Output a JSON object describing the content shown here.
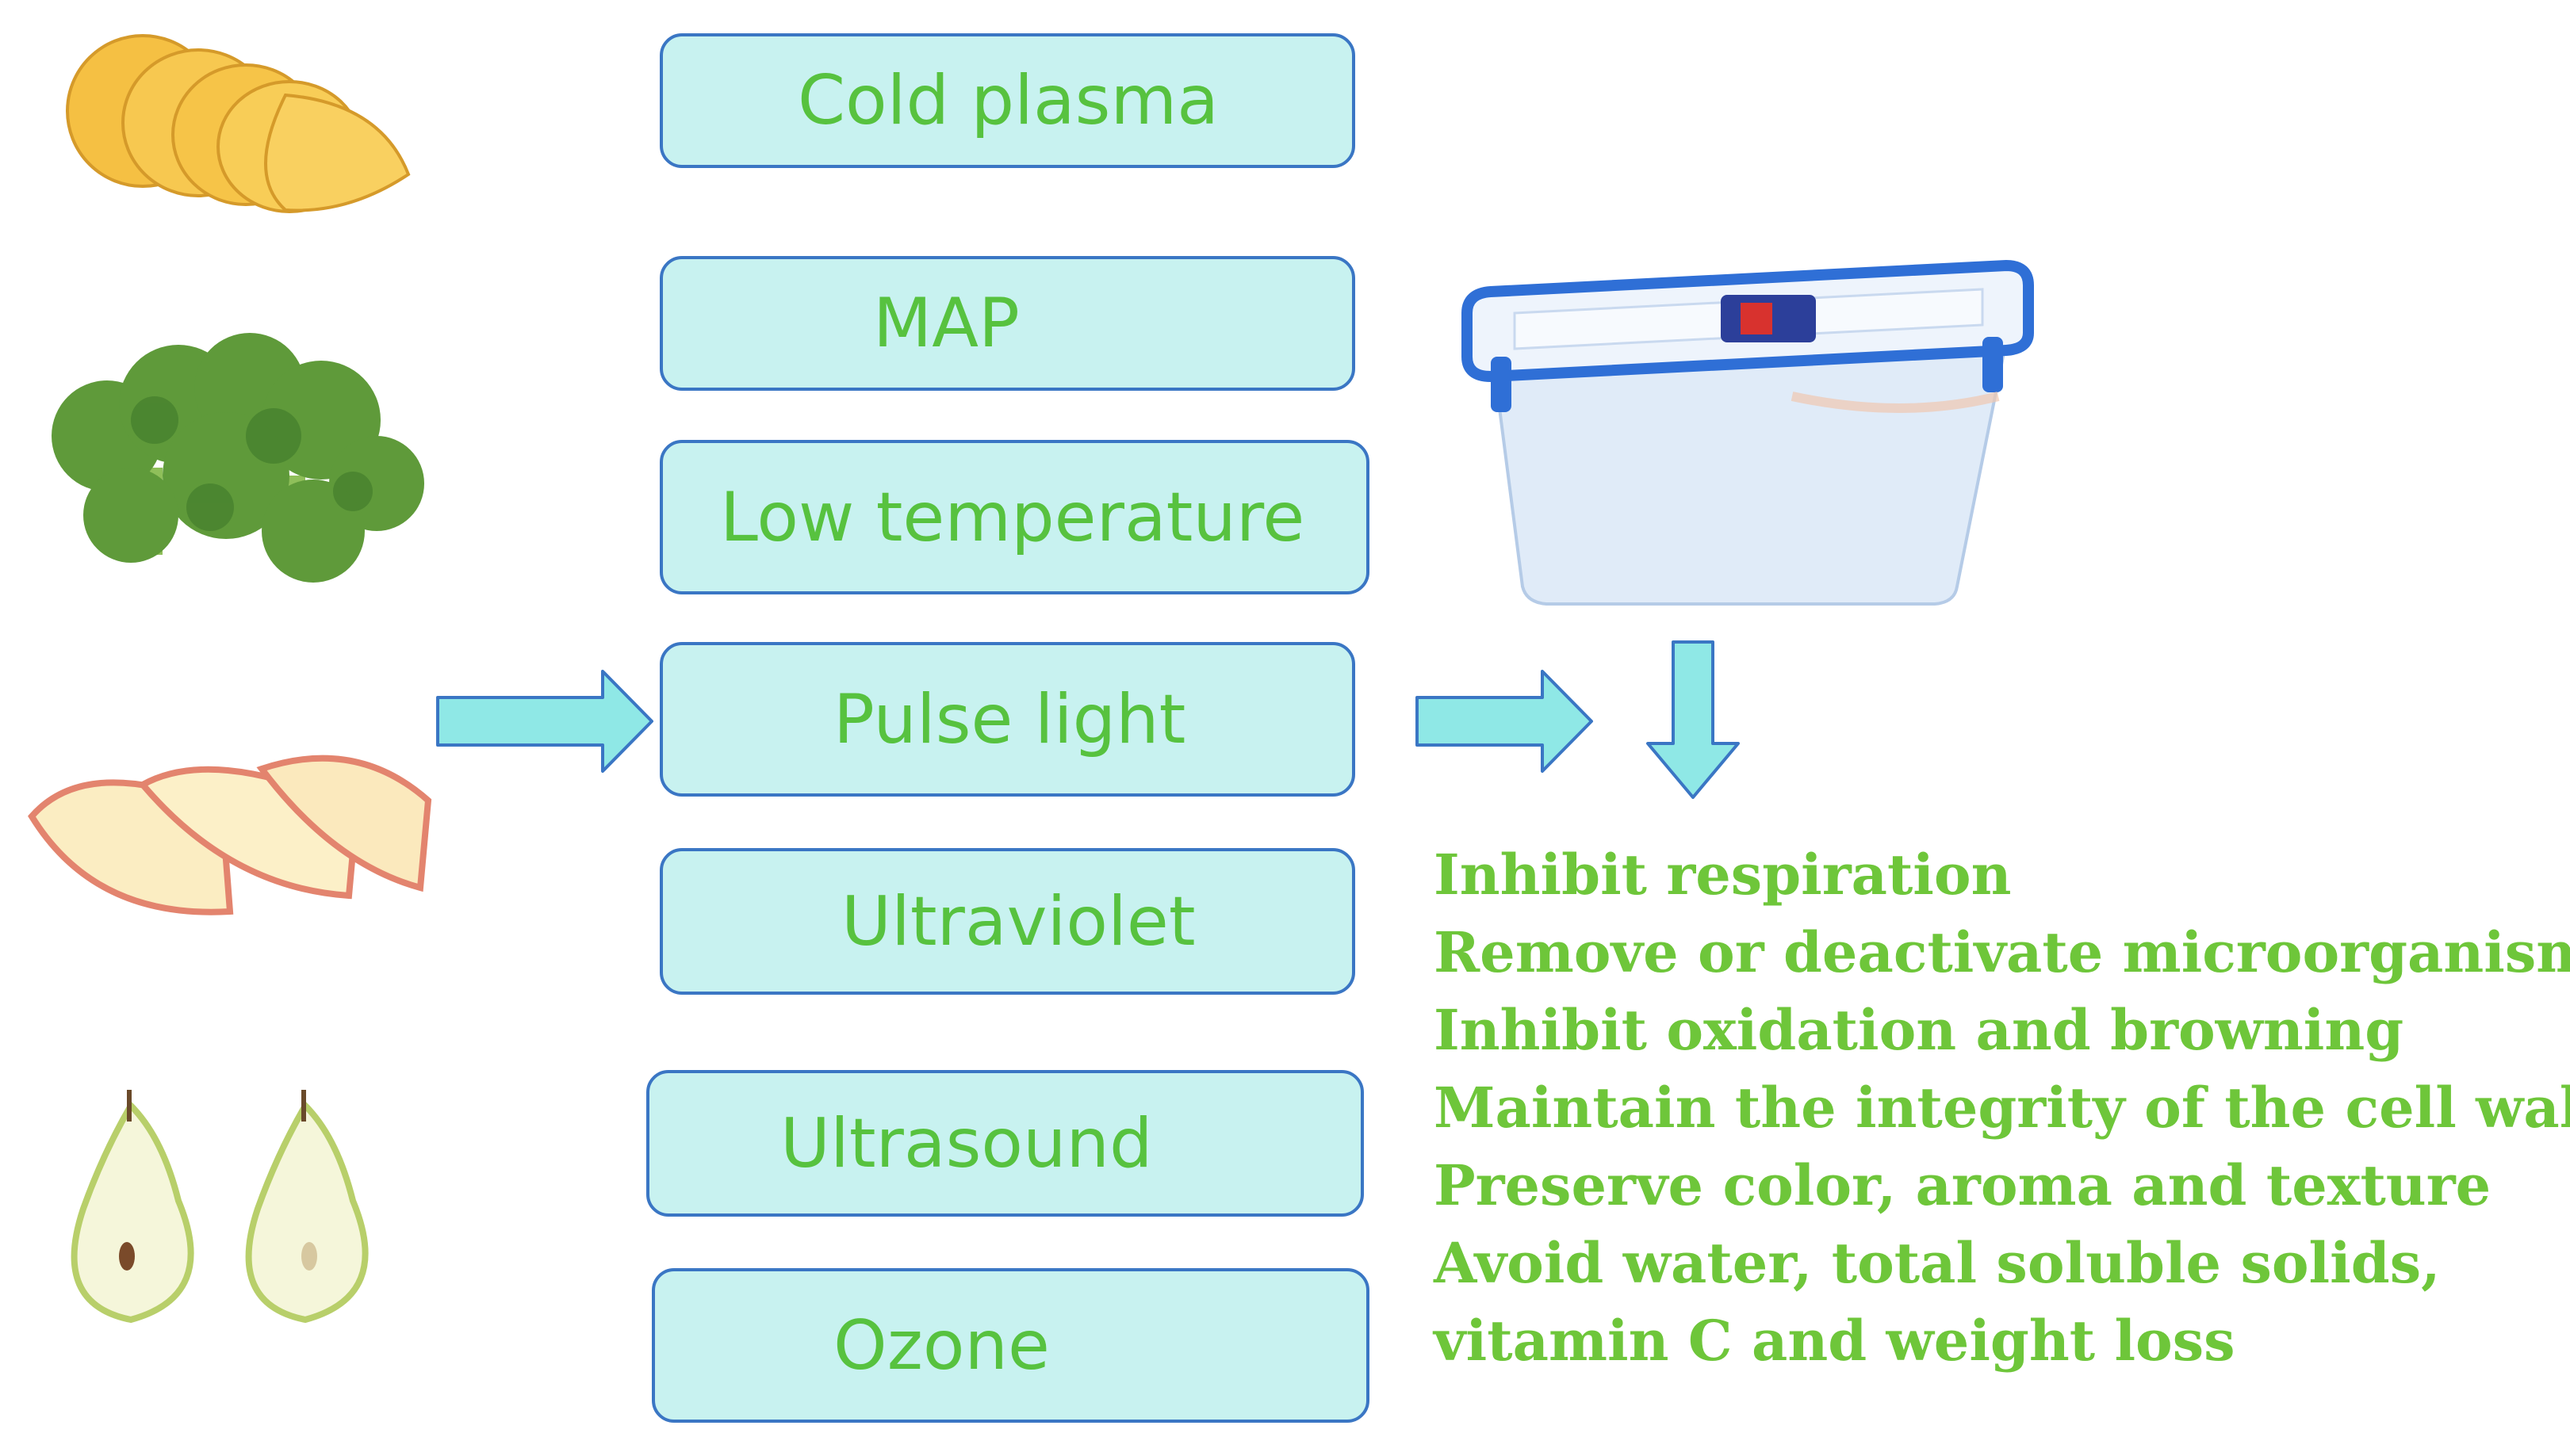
{
  "diagram": {
    "techniques": [
      "Cold plasma",
      "MAP",
      "Low temperature",
      "Pulse light",
      "Ultraviolet",
      "Ultrasound",
      "Ozone"
    ],
    "benefits": [
      "Inhibit respiration",
      "Remove or deactivate microorganisms",
      "Inhibit oxidation and browning",
      "Maintain the integrity of the cell wall",
      "Preserve color, aroma and texture",
      "Avoid water, total soluble solids,",
      "vitamin C and weight loss"
    ],
    "images": [
      "sweet-potato-slices",
      "broccoli",
      "apple-slices",
      "pear-halves",
      "storage-container"
    ],
    "colors": {
      "box_fill": "#c8f2f0",
      "box_border": "#3a76c4",
      "box_text": "#57c23f",
      "benefit_text": "#6ec63a",
      "arrow_fill": "#8fe8e6",
      "arrow_stroke": "#3a76c4"
    }
  }
}
